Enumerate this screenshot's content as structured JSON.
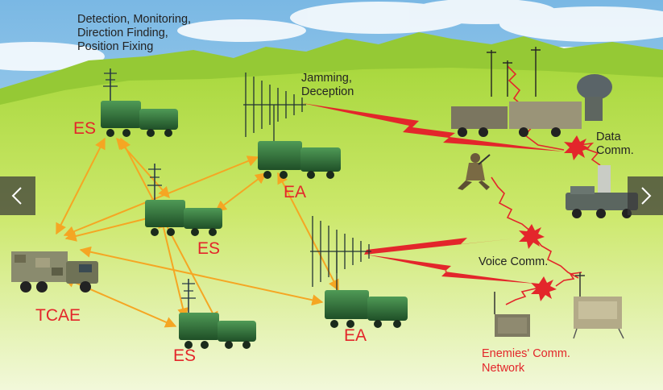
{
  "labels": {
    "es_top_caption": [
      "Detection, Monitoring,",
      "Direction Finding,",
      "Position Fixing"
    ],
    "jamming_caption": [
      "Jamming,",
      "Deception"
    ],
    "data_comm": [
      "Data",
      "Comm."
    ],
    "voice_comm": "Voice Comm.",
    "enemies_network": [
      "Enemies' Comm.",
      "Network"
    ],
    "es": "ES",
    "ea": "EA",
    "tcae": "TCAE"
  },
  "colors": {
    "sky": "#8cc6ea",
    "mountain": "#9fd035",
    "field": "#c5e45c",
    "arrow_orange": "#f5a623",
    "jam_red": "#e3262b",
    "label_red": "#e3262b",
    "vehicle_green": "#2e6b36"
  },
  "icons": {
    "prev": "chevron-left-icon",
    "next": "chevron-right-icon"
  }
}
